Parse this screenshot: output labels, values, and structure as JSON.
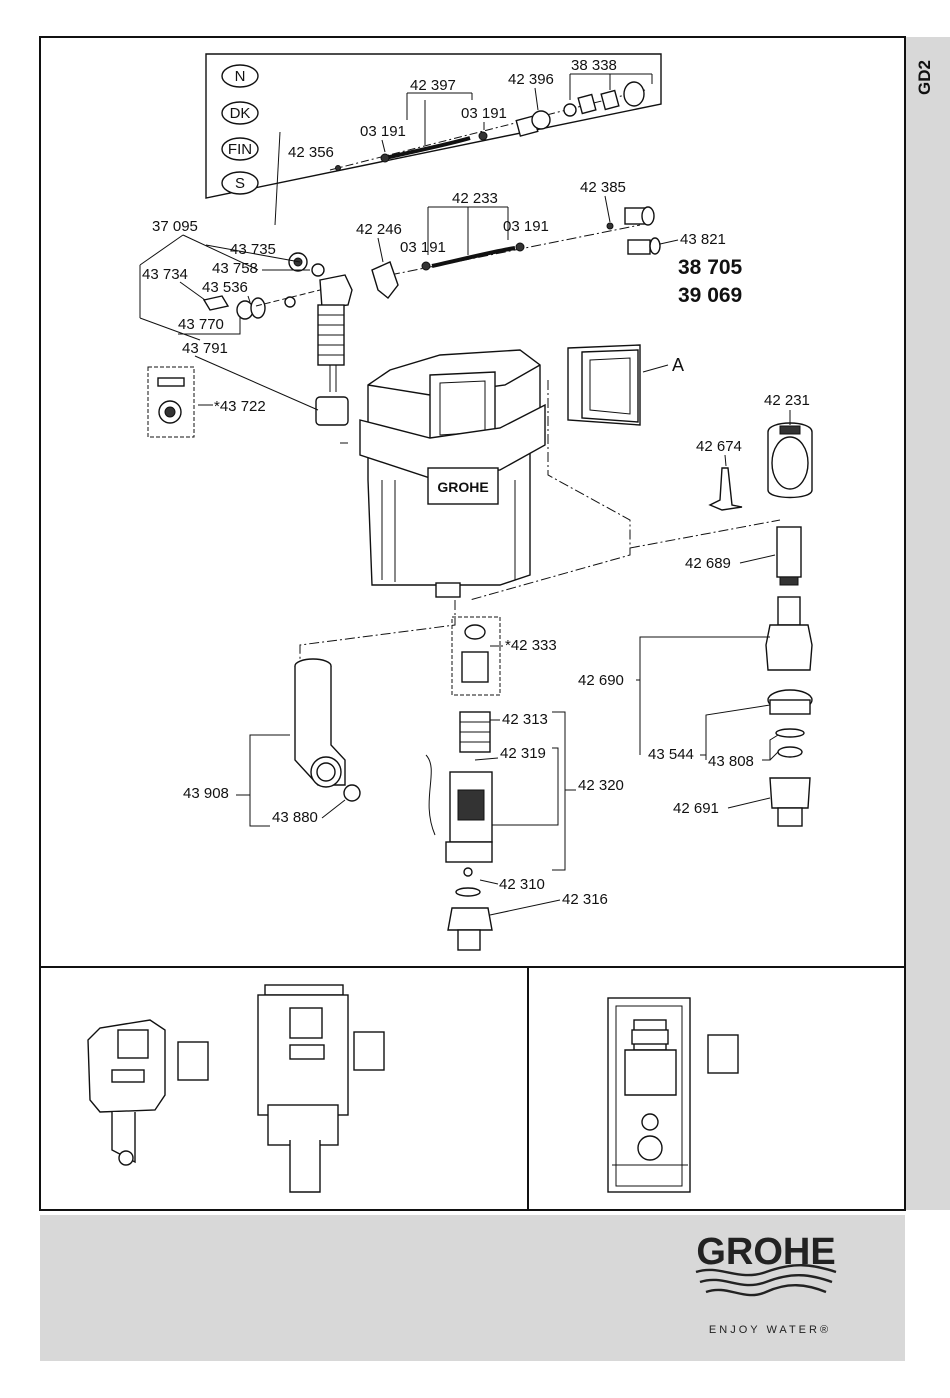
{
  "page": {
    "side_tab": "GD2",
    "bottom_right_marker": "A"
  },
  "country_codes": [
    "N",
    "DK",
    "FIN",
    "S"
  ],
  "part_labels": {
    "p42397": "42 397",
    "p42396": "42 396",
    "p38338": "38 338",
    "p03191a": "03 191",
    "p03191b": "03 191",
    "p42356": "42 356",
    "p42233": "42 233",
    "p42385": "42 385",
    "p37095": "37 095",
    "p42246": "42 246",
    "p03191c": "03 191",
    "p03191d": "03 191",
    "p43821": "43 821",
    "p43735": "43 735",
    "p43758": "43 758",
    "p43734": "43 734",
    "p43536": "43 536",
    "p43770": "43 770",
    "p43791": "43 791",
    "p43722": "*43 722",
    "p42231": "42 231",
    "p42674": "42 674",
    "p42689": "42 689",
    "p42333": "*42 333",
    "p42690": "42 690",
    "p42313": "42 313",
    "p42319": "42 319",
    "p42320": "42 320",
    "p43544": "43 544",
    "p43808": "43 808",
    "p43908": "43 908",
    "p43880": "43 880",
    "p42691": "42 691",
    "p42310": "42 310",
    "p42316": "42 316"
  },
  "article_numbers": [
    "38 705",
    "39 069"
  ],
  "cistern_logo": "GROHE",
  "brand": {
    "logo": "GROHE",
    "tagline": "ENJOY WATER®"
  }
}
